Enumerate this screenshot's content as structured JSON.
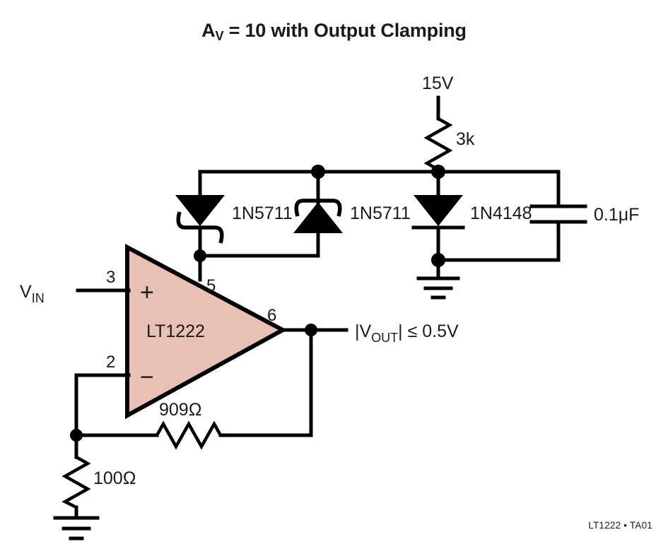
{
  "title": {
    "prefix": "A",
    "subscript": "V",
    "suffix": " = 10 with Output Clamping",
    "full": "AV = 10 with Output Clamping"
  },
  "caption": "LT1222 • TA01",
  "colors": {
    "opamp_fill": "#e9c0b5",
    "wire": "#000000",
    "text": "#1a1a1a",
    "background": "#ffffff"
  },
  "opamp": {
    "part_number": "LT1222",
    "plus_symbol": "+",
    "minus_symbol": "−",
    "pins": {
      "noninverting_input": "3",
      "inverting_input": "2",
      "clamp": "5",
      "output": "6"
    }
  },
  "signals": {
    "input_label": "V",
    "input_subscript": "IN",
    "output_label": "|V",
    "output_subscript": "OUT",
    "output_suffix": "| ≤ 0.5V",
    "supply": "15V"
  },
  "components": [
    {
      "ref": "R-bias",
      "type": "resistor",
      "value": "3k"
    },
    {
      "ref": "D1",
      "type": "schottky-diode",
      "value": "1N5711"
    },
    {
      "ref": "D2",
      "type": "schottky-diode",
      "value": "1N5711"
    },
    {
      "ref": "D3",
      "type": "diode",
      "value": "1N4148"
    },
    {
      "ref": "C1",
      "type": "capacitor",
      "value": "0.1μF"
    },
    {
      "ref": "Rf",
      "type": "resistor",
      "value": "909Ω"
    },
    {
      "ref": "Rg",
      "type": "resistor",
      "value": "100Ω"
    }
  ],
  "labels": {
    "supply_15v": "15V",
    "r_bias": "3k",
    "d1": "1N5711",
    "d2": "1N5711",
    "d3": "1N4148",
    "cap": "0.1μF",
    "rf": "909Ω",
    "rg": "100Ω",
    "opamp_name": "LT1222",
    "pin3": "3",
    "pin2": "2",
    "pin5": "5",
    "pin6": "6",
    "plus": "+",
    "minus": "−"
  }
}
